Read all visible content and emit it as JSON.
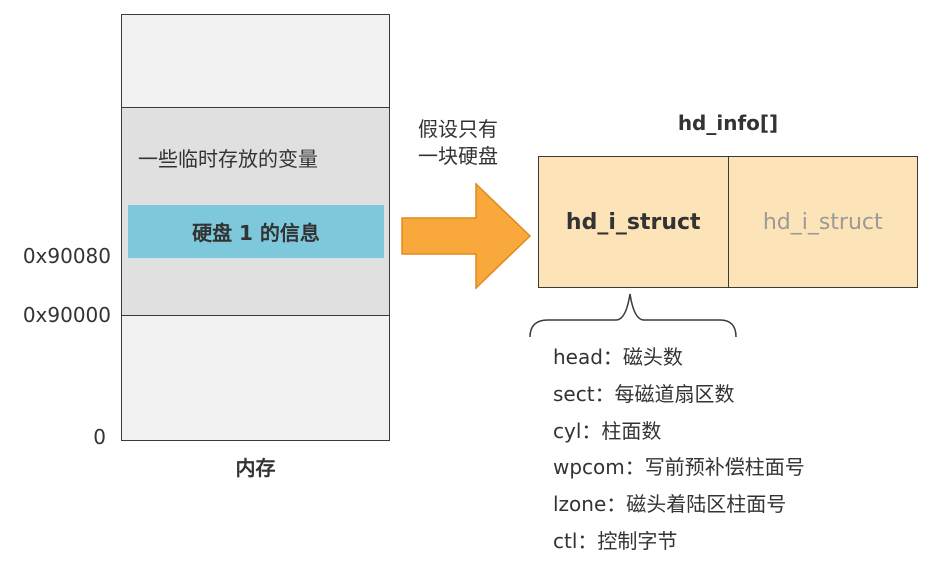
{
  "memory": {
    "title": "内存",
    "band_label": "一些临时存放的变量",
    "disk_info_label": "硬盘 1 的信息",
    "addresses": {
      "a90080": "0x90080",
      "a90000": "0x90000",
      "zero": "0"
    }
  },
  "arrow": {
    "label_line1": "假设只有",
    "label_line2": "一块硬盘",
    "color": "#f9a83c"
  },
  "hd_info": {
    "title": "hd_info[]",
    "cells": [
      "hd_i_struct",
      "hd_i_struct"
    ]
  },
  "fields": [
    "head：磁头数",
    "sect：每磁道扇区数",
    "cyl：柱面数",
    "wpcom：写前预补偿柱面号",
    "lzone：磁头着陆区柱面号",
    "ctl：控制字节"
  ],
  "colors": {
    "disk_box": "#7ec8dc",
    "hd_array": "#fde3b8",
    "band": "#e0e0e0"
  }
}
